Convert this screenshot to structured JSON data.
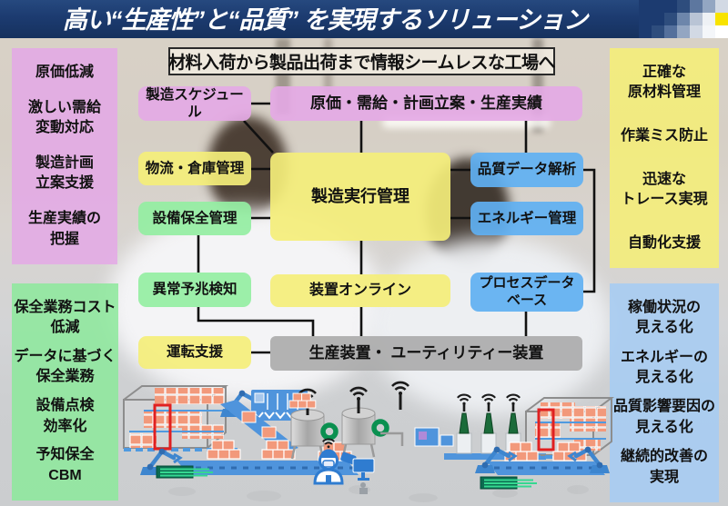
{
  "title": "高い“生産性”と“品質” を実現するソリューション",
  "subtitle": "材料入荷から製品出荷まで情報シームレスな工場へ",
  "panels": {
    "left_top": {
      "items": [
        "原価低減",
        "激しい需給\n変動対応",
        "製造計画\n立案支援",
        "生産実績の\n把握"
      ]
    },
    "left_bottom": {
      "items": [
        "保全業務コスト\n低減",
        "データに基づく\n保全業務",
        "設備点検\n効率化",
        "予知保全\nCBM"
      ]
    },
    "right_top": {
      "items": [
        "正確な\n原材料管理",
        "作業ミス防止",
        "迅速な\nトレース実現",
        "自動化支援"
      ]
    },
    "right_bottom": {
      "items": [
        "稼働状況の\n見える化",
        "エネルギーの\n見える化",
        "品質影響要因の\n見える化",
        "継続的改善の\n実現"
      ]
    }
  },
  "diagram": {
    "boxes": {
      "schedule": "製造スケジュール",
      "cost": "原価・需給・計画立案・生産実績",
      "logistics": "物流・倉庫管理",
      "mes": "製造実行管理",
      "quality": "品質データ解析",
      "energy": "エネルギー管理",
      "maintenance": "設備保全管理",
      "anomaly": "異常予兆検知",
      "online": "装置オンライン",
      "processdb": "プロセスデータ\nベース",
      "operation": "運転支援",
      "equipment": "生産装置・ ユーティリティー装置"
    }
  },
  "colors": {
    "banner_navy": "#1c3b70",
    "accent_yellow": "#f8e300",
    "box_pink": "#e4a8e6",
    "box_yellow": "#f4ee7a",
    "box_green": "#94ee9f",
    "box_blue": "#60b0f2",
    "panel_light_blue": "#a7ccf2",
    "box_gray": "#a8a8a8",
    "connector_black": "#111111",
    "crate_orange": "#f2997b",
    "highlight_red": "#e02020"
  },
  "illustration": {
    "icons": [
      "warehouse-rack-icon",
      "pallet-boxes-icon",
      "highlight-frame-icon",
      "robot-arm-icon",
      "conveyor-icon",
      "hopper-machine-icon",
      "storage-tank-icon",
      "pump-valve-icon",
      "wifi-antenna-icon",
      "worker-icon",
      "tag-icon",
      "monitor-icon",
      "bottle-line-icon",
      "sorter-machine-icon"
    ]
  }
}
